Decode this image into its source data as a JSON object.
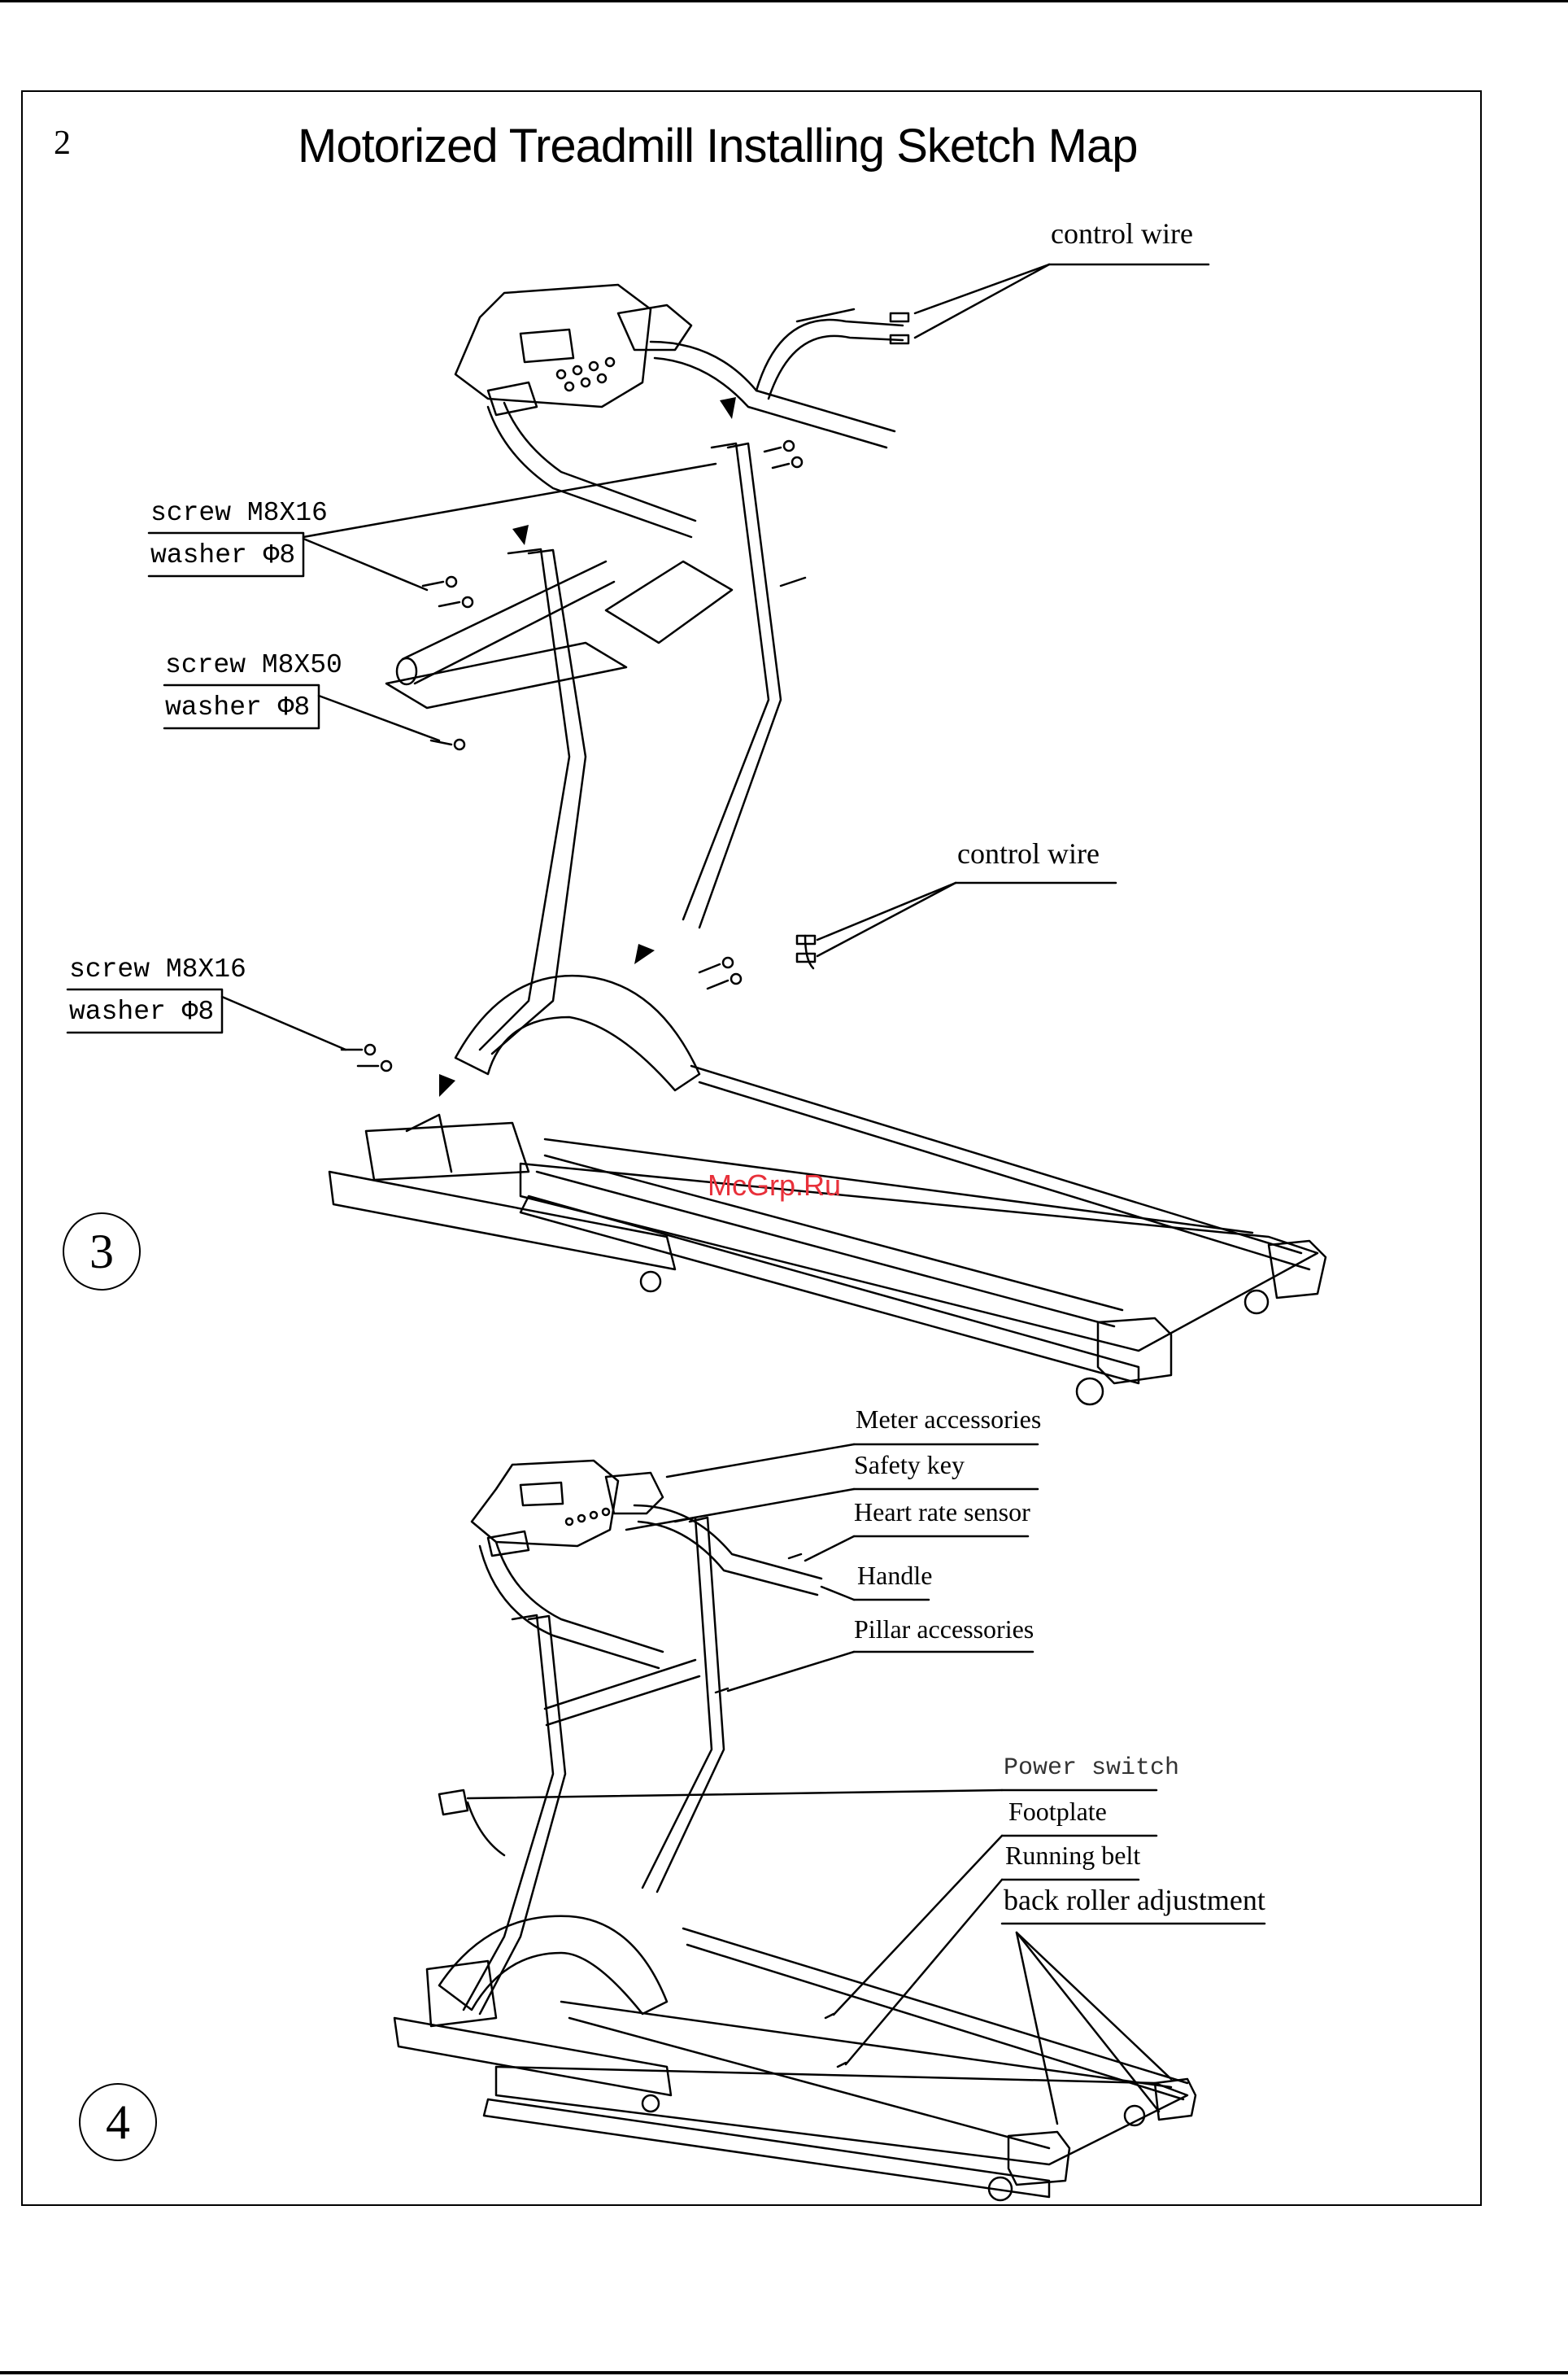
{
  "page": {
    "number": "2",
    "title": "Motorized Treadmill Installing Sketch Map",
    "watermark": "McGrp.Ru"
  },
  "step3": {
    "step_number": "3",
    "labels": {
      "control_wire_top": "control wire",
      "screw_1": "screw M8X16",
      "washer_1": "washer Φ8",
      "screw_2": "screw M8X50",
      "washer_2": "washer Φ8",
      "control_wire_mid": "control wire",
      "screw_3": "screw M8X16",
      "washer_3": "washer Φ8"
    }
  },
  "step4": {
    "step_number": "4",
    "labels": {
      "meter_accessories": "Meter accessories",
      "safety_key": "Safety key",
      "heart_rate_sensor": "Heart rate sensor",
      "handle": "Handle",
      "pillar_accessories": "Pillar accessories",
      "power_switch": "Power switch",
      "footplate": "Footplate",
      "running_belt": "Running belt",
      "back_roller_adjustment": "back roller adjustment"
    }
  }
}
